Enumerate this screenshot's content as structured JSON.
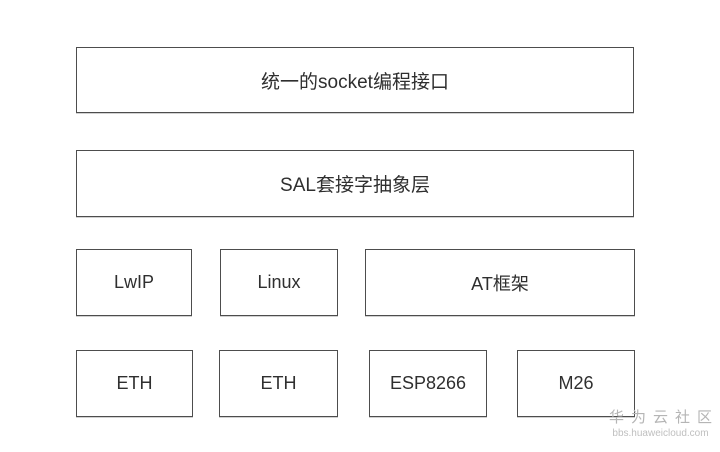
{
  "diagram": {
    "title_box": {
      "label": "统一的socket编程接口"
    },
    "sal_box": {
      "label": "SAL套接字抽象层"
    },
    "stack_row": [
      {
        "label": "LwIP"
      },
      {
        "label": "Linux"
      },
      {
        "label": "AT框架"
      }
    ],
    "hardware_row": [
      {
        "label": "ETH"
      },
      {
        "label": "ETH"
      },
      {
        "label": "ESP8266"
      },
      {
        "label": "M26"
      }
    ],
    "border_color": "#4d4d4d",
    "text_color": "#2f2f2f",
    "background_color": "#ffffff"
  },
  "watermark": {
    "name": "华为云社区",
    "site": "bbs.huaweicloud.com",
    "color": "#b5b5b5"
  }
}
